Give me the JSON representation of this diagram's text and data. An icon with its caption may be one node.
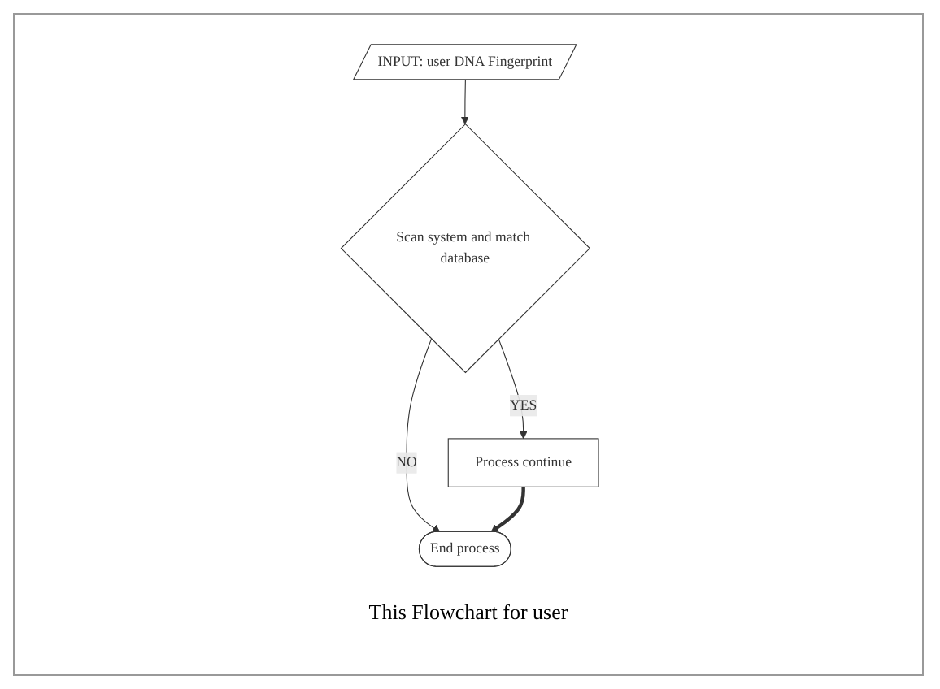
{
  "diagram": {
    "caption": "This Flowchart for user",
    "nodes": [
      {
        "text": [
          "INPUT: user DNA Fingerprint"
        ]
      },
      {
        "text": [
          "Scan system and match database"
        ]
      },
      {
        "text": [
          "Process continue"
        ]
      },
      {
        "text": [
          "End process"
        ]
      }
    ],
    "edges": [
      {
        "from": 0,
        "to": 1,
        "arrow": "to"
      },
      {
        "from": 1,
        "to": 2,
        "arrow": "to",
        "label": "YES"
      },
      {
        "from": 1,
        "to": 3,
        "arrow": "to",
        "label": "NO"
      },
      {
        "from": 2,
        "to": 3,
        "arrow": "to",
        "style": "thick"
      }
    ]
  }
}
